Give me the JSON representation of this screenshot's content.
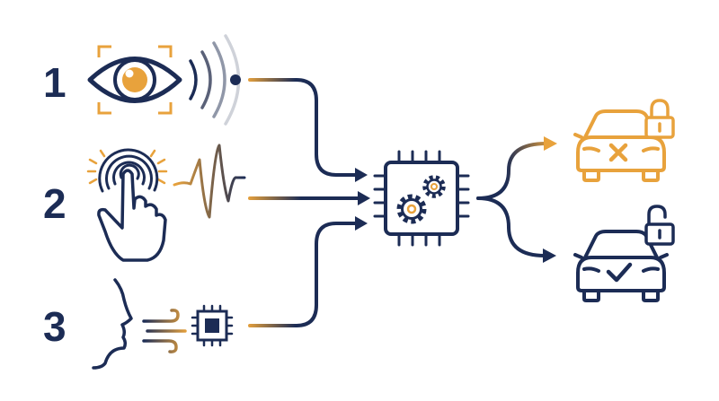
{
  "steps": [
    {
      "number": "1",
      "sensor": "eye-scan-icon"
    },
    {
      "number": "2",
      "sensor": "fingerprint-touch-icon"
    },
    {
      "number": "3",
      "sensor": "breath-sensor-icon"
    }
  ],
  "processor": {
    "icon": "processor-chip-gears-icon"
  },
  "outcomes": [
    {
      "state": "locked",
      "icon": "car-denied-locked-icon"
    },
    {
      "state": "unlocked",
      "icon": "car-approved-unlocked-icon"
    }
  ],
  "colors": {
    "navy": "#1c2c55",
    "orange": "#e8a23c",
    "gray": "#b9bcc4"
  }
}
